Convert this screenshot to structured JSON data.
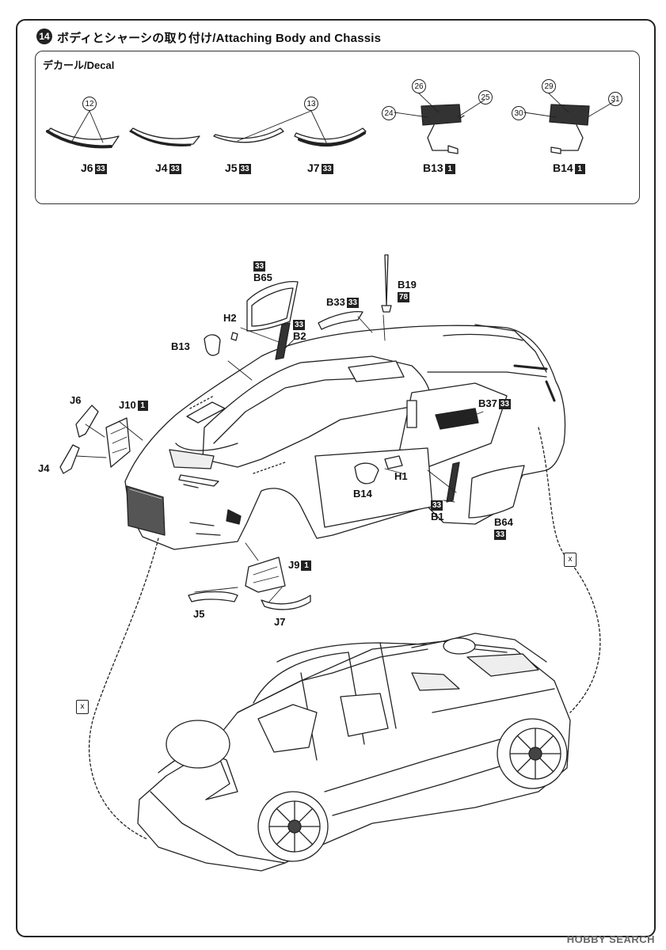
{
  "header": {
    "step_number": "14",
    "title": "ボディとシャーシの取り付け/Attaching Body and Chassis"
  },
  "decal": {
    "title": "デカール/Decal",
    "callouts": [
      "12",
      "13",
      "26",
      "25",
      "24",
      "29",
      "31",
      "30"
    ],
    "parts": [
      {
        "label": "J6",
        "badge": "33"
      },
      {
        "label": "J4",
        "badge": "33"
      },
      {
        "label": "J5",
        "badge": "33"
      },
      {
        "label": "J7",
        "badge": "33"
      },
      {
        "label": "B13",
        "badge": "1"
      },
      {
        "label": "B14",
        "badge": "1"
      }
    ]
  },
  "parts_labels": {
    "B65": "B65",
    "B65_badge": "33",
    "B19": "B19",
    "B19_badge": "78",
    "B33": "B33",
    "B33_badge": "33",
    "H2": "H2",
    "B2": "B2",
    "B2_badge": "33",
    "B13": "B13",
    "J6": "J6",
    "J10": "J10",
    "J10_badge": "1",
    "J4": "J4",
    "B37": "B37",
    "B37_badge": "33",
    "H1": "H1",
    "B14": "B14",
    "B1": "B1",
    "B1_badge": "33",
    "B64": "B64",
    "B64_badge": "33",
    "J9": "J9",
    "J9_badge": "1",
    "J5": "J5",
    "J7": "J7"
  },
  "tool_icon": "x",
  "watermark": "HOBBY SEARCH",
  "colors": {
    "ink": "#222222",
    "paper": "#ffffff"
  }
}
